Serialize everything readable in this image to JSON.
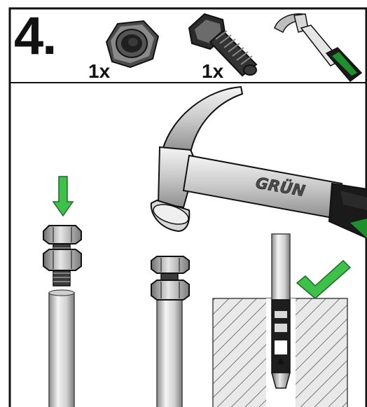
{
  "step": {
    "number": "4."
  },
  "parts": [
    {
      "name": "hex-nut",
      "quantity": "1x"
    },
    {
      "name": "hex-bolt",
      "quantity": "1x"
    },
    {
      "name": "hammer",
      "quantity": ""
    }
  ],
  "hammer": {
    "brand": "GRÜN"
  },
  "colors": {
    "arrow": "#3ec14a",
    "checkmark": "#3ec14a",
    "grip": "#1f8f2e"
  },
  "icons": [
    "hex-nut-icon",
    "hex-bolt-icon",
    "hammer-icon",
    "down-arrow-icon",
    "checkmark-icon"
  ]
}
